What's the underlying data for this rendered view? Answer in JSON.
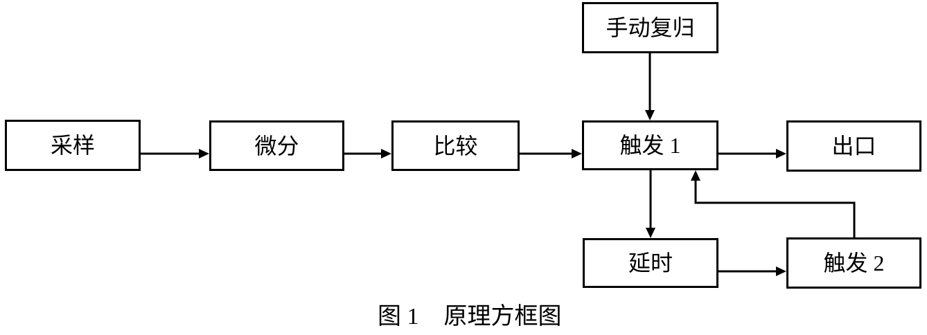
{
  "diagram": {
    "title": "原理方框图",
    "nodes": [
      {
        "id": "manual-reset",
        "label": "手动复归"
      },
      {
        "id": "sampling",
        "label": "采样"
      },
      {
        "id": "differentiation",
        "label": "微分"
      },
      {
        "id": "comparison",
        "label": "比较"
      },
      {
        "id": "trigger-1",
        "label": "触发 1"
      },
      {
        "id": "outlet",
        "label": "出口"
      },
      {
        "id": "delay",
        "label": "延时"
      },
      {
        "id": "trigger-2",
        "label": "触发 2"
      }
    ],
    "connections": [
      {
        "from": "sampling",
        "to": "differentiation"
      },
      {
        "from": "differentiation",
        "to": "comparison"
      },
      {
        "from": "comparison",
        "to": "trigger-1"
      },
      {
        "from": "manual-reset",
        "to": "trigger-1"
      },
      {
        "from": "trigger-1",
        "to": "outlet"
      },
      {
        "from": "trigger-1",
        "to": "delay"
      },
      {
        "from": "delay",
        "to": "trigger-2"
      },
      {
        "from": "trigger-2",
        "to": "trigger-1"
      }
    ]
  },
  "caption": {
    "prefix": "图 1",
    "title": "原理方框图"
  },
  "colors": {
    "line": "#000000",
    "background": "#ffffff",
    "text": "#000000"
  }
}
